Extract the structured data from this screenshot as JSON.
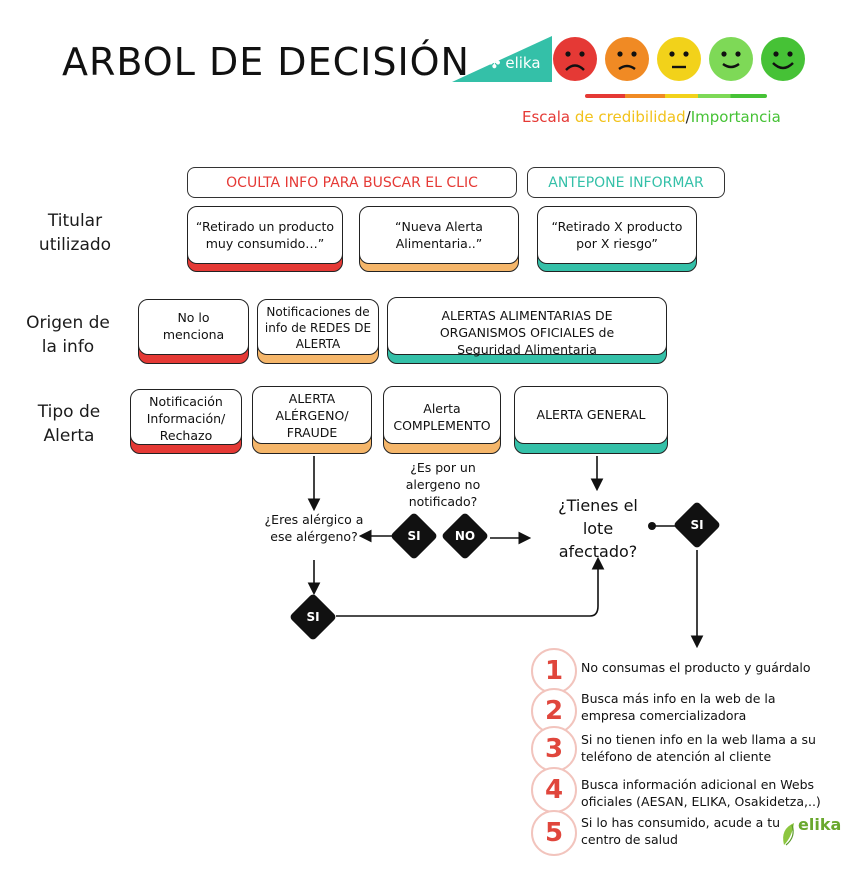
{
  "header": {
    "title": "ARBOL DE DECISIÓN",
    "logo_text": "elika",
    "scale_prefix": "Escala ",
    "scale_mid": "de credibilidad",
    "scale_slash": "/",
    "scale_suffix": "Importancia",
    "faces": [
      "face-very-sad",
      "face-sad",
      "face-neutral",
      "face-happy",
      "face-very-happy"
    ],
    "colors": {
      "red": "#e53935",
      "orange": "#f08a24",
      "yellow": "#f2d21a",
      "lightgreen": "#7ed957",
      "green": "#46c236",
      "teal": "#34c0a8"
    }
  },
  "categories": {
    "hide": "OCULTA INFO PARA BUSCAR EL CLIC",
    "inform": "ANTEPONE INFORMAR"
  },
  "rows": {
    "titular": "Titular\nutilizado",
    "origen": "Origen de\nla info",
    "tipo": "Tipo de\nAlerta"
  },
  "titulares": [
    "“Retirado un producto muy consumido…”",
    "“Nueva Alerta Alimentaria..”",
    "“Retirado X producto por X riesgo”"
  ],
  "origen": [
    "No lo menciona",
    "Notificaciones de info de REDES DE ALERTA",
    "ALERTAS ALIMENTARIAS DE ORGANISMOS OFICIALES de Seguridad Alimentaria"
  ],
  "tipo": [
    "Notificación Información/ Rechazo",
    "ALERTA ALÉRGENO/ FRAUDE",
    "Alerta COMPLEMENTO",
    "ALERTA GENERAL"
  ],
  "flow": {
    "q_alergeno_no_notificado": "¿Es por un alergeno no notificado?",
    "q_alergico": "¿Eres alérgico a ese alérgeno?",
    "q_lote": "¿Tienes el lote afectado?",
    "si": "SI",
    "no": "NO"
  },
  "steps": [
    {
      "num": "1",
      "text": "No consumas el producto y guárdalo"
    },
    {
      "num": "2",
      "text": "Busca más info en la web de la empresa comercializadora"
    },
    {
      "num": "3",
      "text": "Si no tienen info en la web llama a su teléfono de atención al cliente"
    },
    {
      "num": "4",
      "text": "Busca información adicional en Webs oficiales (AESAN, ELIKA, Osakidetza,..)"
    },
    {
      "num": "5",
      "text": "Si lo has consumido, acude a tu centro de salud"
    }
  ],
  "footer_logo": "elika"
}
